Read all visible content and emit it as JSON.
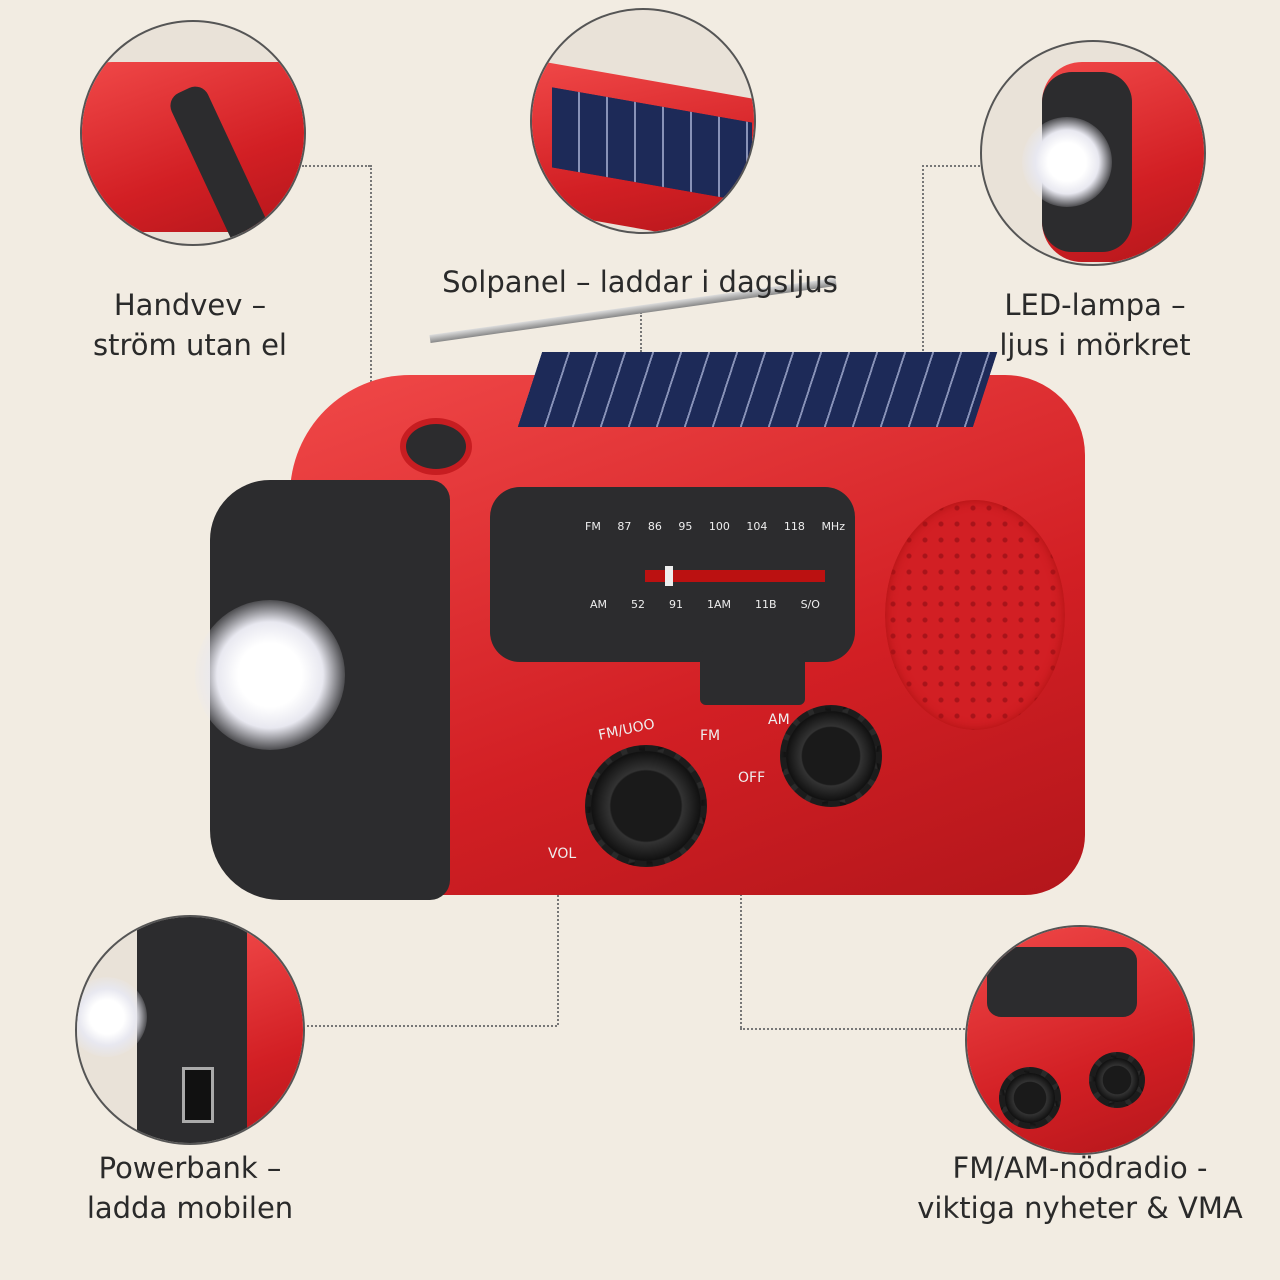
{
  "features": {
    "crank": {
      "line1": "Handvev –",
      "line2": "ström utan el"
    },
    "solar": {
      "line1": "Solpanel – laddar i dagsljus"
    },
    "led": {
      "line1": "LED-lampa –",
      "line2": "ljus i mörkret"
    },
    "powerbank": {
      "line1": "Powerbank –",
      "line2": "ladda mobilen"
    },
    "radio": {
      "line1": "FM/AM-nödradio -",
      "line2": "viktiga nyheter & VMA"
    }
  },
  "radio_labels": {
    "fm_row": [
      "FM",
      "87",
      "86",
      "95",
      "100",
      "104",
      "118",
      "MHz"
    ],
    "am_row": [
      "AM",
      "52",
      "91",
      "1AM",
      "11B",
      "S/O"
    ],
    "switch_fm": "FM",
    "switch_am": "AM",
    "off": "OFF",
    "vol": "VOL",
    "tune": "FM/UOO"
  },
  "colors": {
    "background": "#f2ece2",
    "radio_red": "#d82226",
    "radio_black": "#2c2c2e"
  }
}
